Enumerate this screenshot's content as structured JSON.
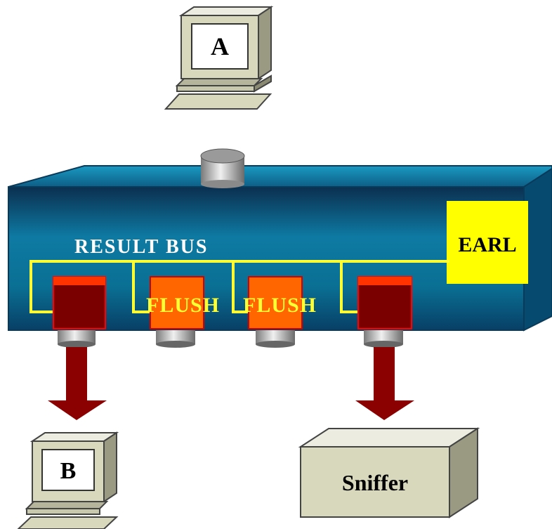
{
  "labels": {
    "computer_a": "A",
    "computer_b": "B",
    "earl": "EARL",
    "result_bus": "RESULT BUS",
    "flush_1": "FLUSH",
    "flush_2": "FLUSH",
    "sniffer": "Sniffer"
  },
  "colors": {
    "switch_body": "#0a6f93",
    "switch_top": "#1c8cb4",
    "earl_box": "#ffff00",
    "bus_line": "#ffff33",
    "bus_text": "#ffffff",
    "flush_port": "#ff6600",
    "forward_port": "#7a0000",
    "arrow": "#8b0000",
    "device_beige": "#d8d8bd"
  }
}
